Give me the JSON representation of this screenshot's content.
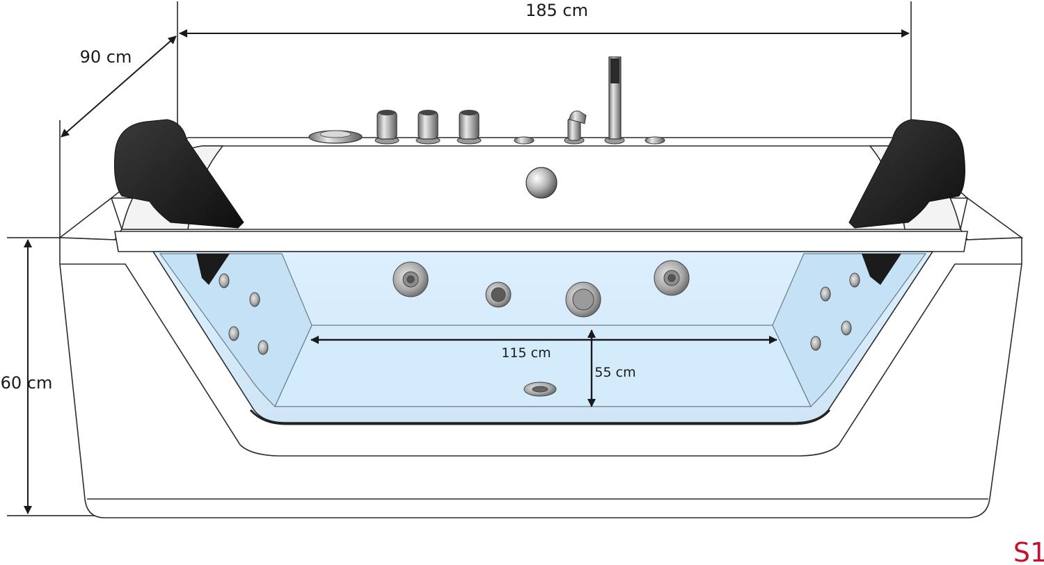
{
  "diagram": {
    "dimensions": {
      "length": "185 cm",
      "width": "90 cm",
      "height": "60 cm",
      "inner_length": "115 cm",
      "inner_depth": "55 cm"
    },
    "badge": "S1",
    "colors": {
      "water": "#d6ecfa",
      "water_deep": "#c2e0f5",
      "acrylic": "#ffffff",
      "outline": "#2b2b2b",
      "pillow": "#1b1b1b",
      "chrome": "#9a9a9a",
      "badge": "#c8102e"
    },
    "icons": {
      "pillow": "headrest-pillow-icon",
      "jet": "whirlpool-jet-icon",
      "tap": "faucet-icon",
      "shower": "hand-shower-icon",
      "drain": "drain-icon"
    }
  }
}
